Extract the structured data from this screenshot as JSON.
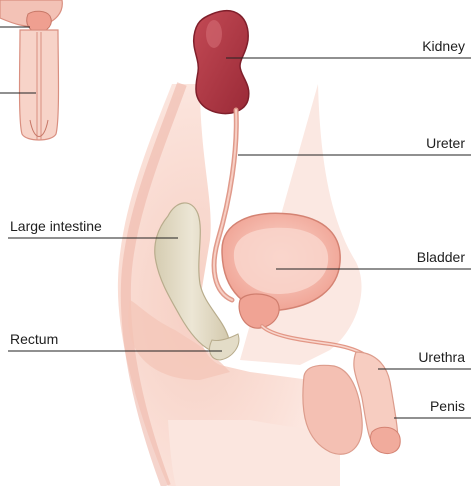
{
  "labels": {
    "kidney": "Kidney",
    "ureter": "Ureter",
    "large_intestine": "Large intestine",
    "bladder": "Bladder",
    "rectum": "Rectum",
    "urethra": "Urethra",
    "penis": "Penis"
  },
  "colors": {
    "skin_light": "#fbe7e1",
    "skin": "#f6cfc3",
    "skin_mid": "#efb6a7",
    "skin_dark": "#e49a88",
    "kidney": "#b53a45",
    "kidney_dark": "#8e2331",
    "bladder": "#f0a899",
    "bladder_inner": "#f8cdc2",
    "intestine": "#e3dcc7",
    "intestine_edge": "#c9bea0",
    "leader_line": "#222222",
    "text": "#1e1e1e"
  }
}
